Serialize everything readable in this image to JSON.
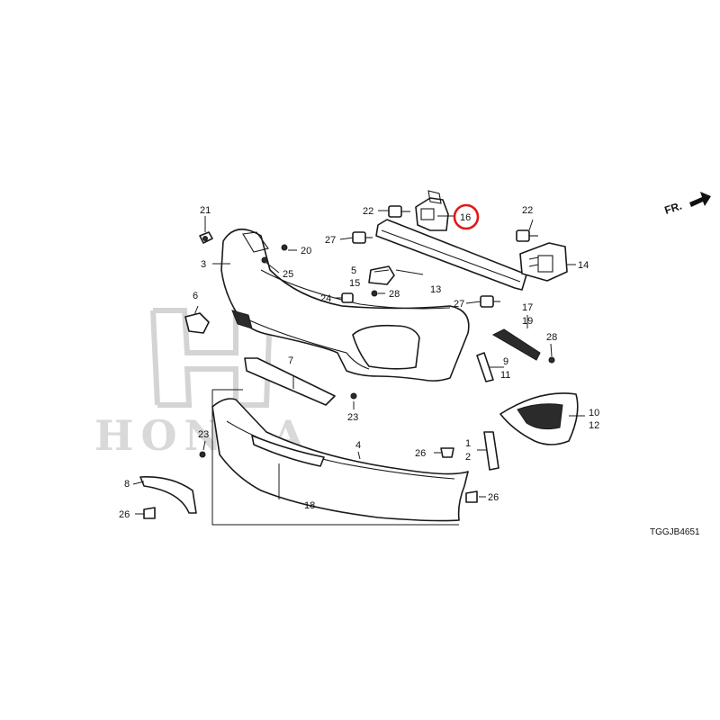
{
  "diagram": {
    "code": "TGGJB4651",
    "direction_label": "FR.",
    "watermark_text": "HONDA",
    "highlight_color": "#e11919",
    "highlighted_callout": "16"
  },
  "callouts": {
    "c1": "1",
    "c2": "2",
    "c3": "3",
    "c4": "4",
    "c5": "5",
    "c6": "6",
    "c7": "7",
    "c8": "8",
    "c9": "9",
    "c10": "10",
    "c11": "11",
    "c12": "12",
    "c13": "13",
    "c14": "14",
    "c15": "15",
    "c16": "16",
    "c17": "17",
    "c18": "18",
    "c19": "19",
    "c20": "20",
    "c21": "21",
    "c22a": "22",
    "c22b": "22",
    "c23a": "23",
    "c23b": "23",
    "c24": "24",
    "c25": "25",
    "c26a": "26",
    "c26b": "26",
    "c26c": "26",
    "c27a": "27",
    "c27b": "27",
    "c28a": "28",
    "c28b": "28"
  }
}
